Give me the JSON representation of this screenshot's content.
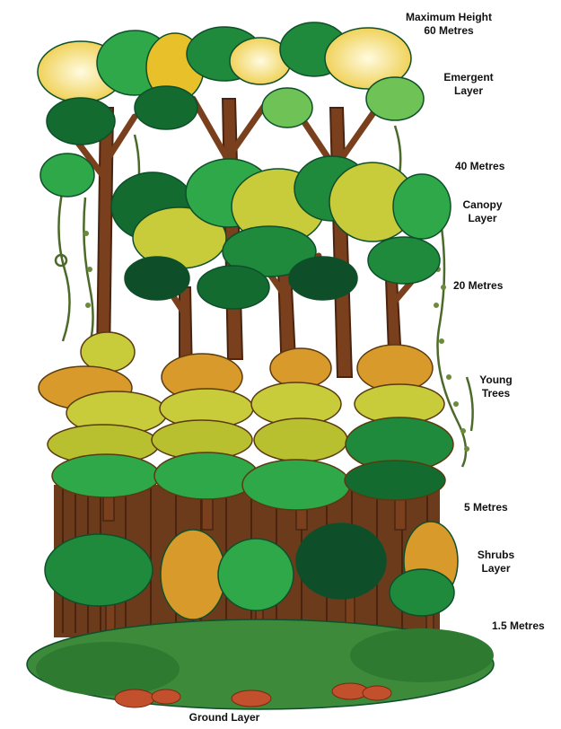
{
  "diagram": {
    "labels": {
      "max_height_line1": "Maximum Height",
      "max_height_line2": "60 Metres",
      "emergent_line1": "Emergent",
      "emergent_line2": "Layer",
      "m40": "40 Metres",
      "canopy_line1": "Canopy",
      "canopy_line2": "Layer",
      "m20": "20 Metres",
      "young_line1": "Young",
      "young_line2": "Trees",
      "m5": "5 Metres",
      "shrubs_line1": "Shrubs",
      "shrubs_line2": "Layer",
      "m1_5": "1.5 Metres",
      "ground": "Ground Layer"
    },
    "colors": {
      "trunk": "#7a3f1c",
      "trunk_dark": "#5a2a10",
      "leaf_bright": "#2fa84a",
      "leaf_mid": "#1f8a3c",
      "leaf_dark": "#136b30",
      "leaf_deep": "#0e4f2a",
      "leaf_yellow": "#c8cc3a",
      "leaf_pale": "#f3e06a",
      "leaf_orange": "#d89a2a",
      "vine": "#4c6a2a",
      "ground": "#3c8a3a",
      "rock": "#c2502c"
    }
  }
}
